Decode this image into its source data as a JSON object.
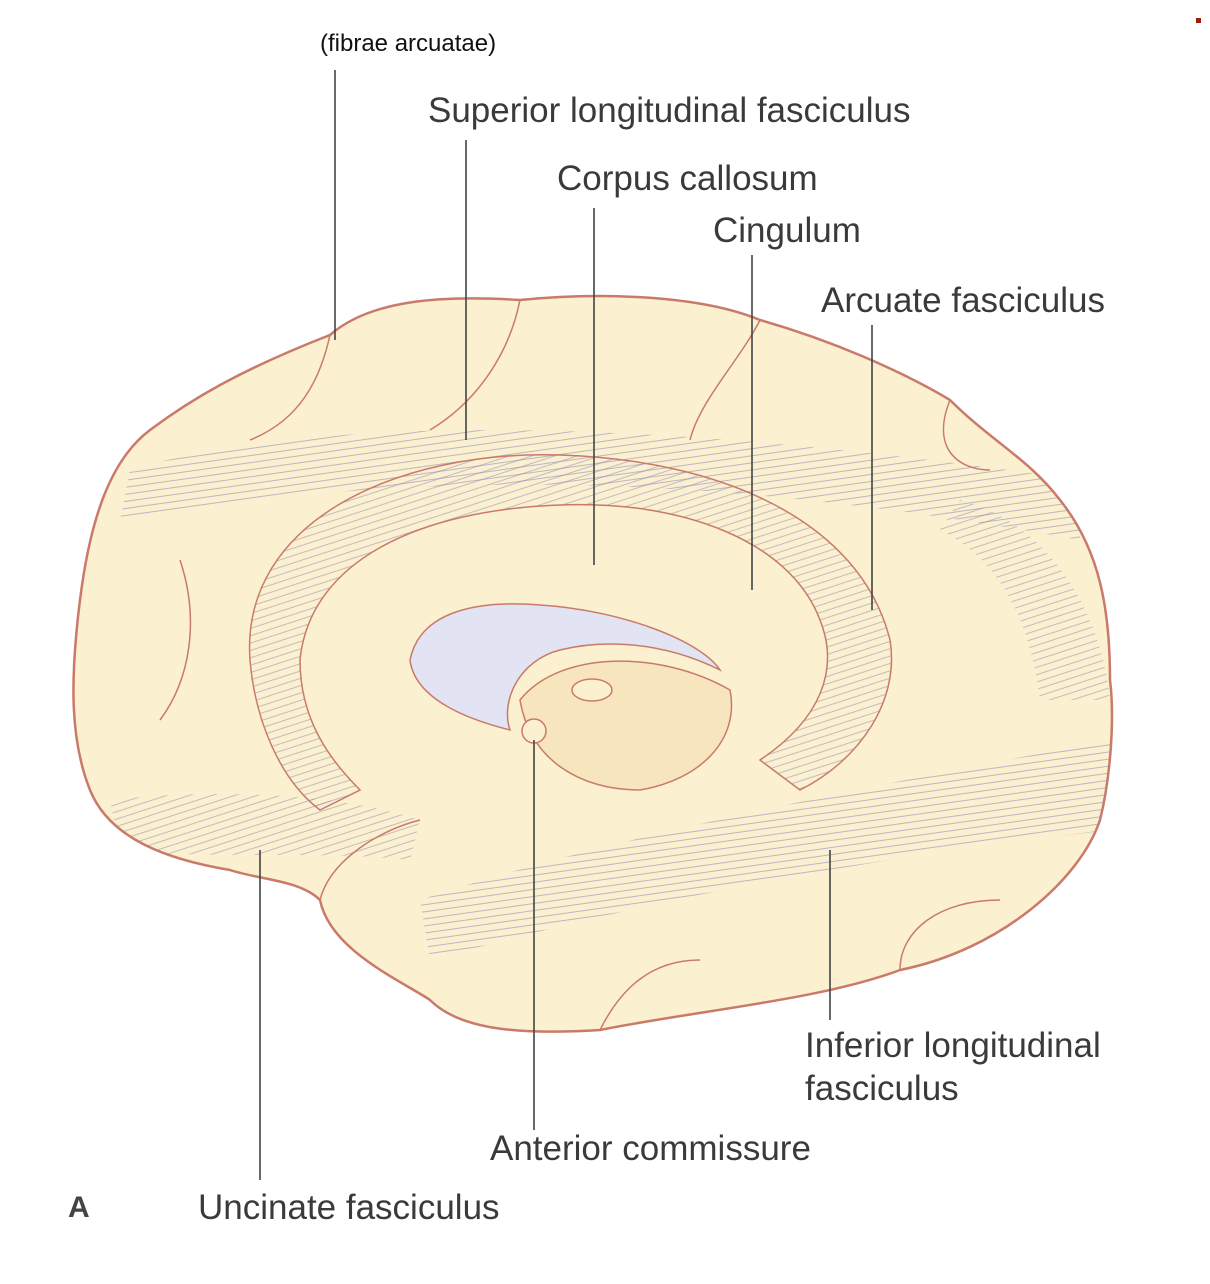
{
  "labels": {
    "fibrae_arcuatae": "(fibrae arcuatae)",
    "superior_longitudinal": "Superior longitudinal fasciculus",
    "corpus_callosum": "Corpus callosum",
    "cingulum": "Cingulum",
    "arcuate": "Arcuate fasciculus",
    "inferior_longitudinal_1": "Inferior longitudinal",
    "inferior_longitudinal_2": "fasciculus",
    "anterior_commissure": "Anterior commissure",
    "uncinate": "Uncinate fasciculus",
    "panel": "A"
  },
  "colors": {
    "brain_fill": "#fbf0cf",
    "outline": "#c97a6a",
    "fibers": "#8a86b8",
    "ventricle": "#e3e4f3",
    "leader": "#444444",
    "corner_mark": "#a21c0c"
  }
}
